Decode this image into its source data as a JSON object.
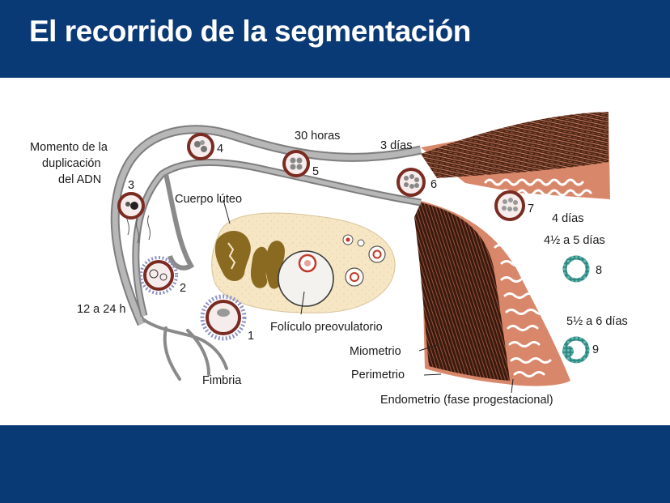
{
  "slide": {
    "title": "El recorrido de la segmentación"
  },
  "diagram": {
    "labels": {
      "momento_line1": "Momento de la",
      "momento_line2": "duplicación",
      "momento_line3": "del ADN",
      "treinta_horas": "30 horas",
      "tres_dias": "3 días",
      "cuerpo_luteo": "Cuerpo lúteo",
      "doce_24h": "12 a 24 h",
      "foliculo": "Folículo preovulatorio",
      "fimbria": "Fimbria",
      "miometrio": "Miometrio",
      "perimetrio": "Perimetrio",
      "endometrio": "Endometrio (fase progestacional)",
      "cuatro_dias": "4 días",
      "cuatro_medio": "4½ a 5 días",
      "cinco_medio": "5½ a 6 días"
    },
    "stages": [
      "1",
      "2",
      "3",
      "4",
      "5",
      "6",
      "7",
      "8",
      "9"
    ],
    "colors": {
      "header": "#0a3a75",
      "uterus_wall": "#d9876a",
      "myometrium_dark": "#3a1a0e",
      "ovary": "#f6e6c4",
      "corpus_luteum": "#8a6a20",
      "tube": "#a9a9a9",
      "embryo_ring": "#7a2b22",
      "blastocyst": "#2f8a83"
    }
  }
}
